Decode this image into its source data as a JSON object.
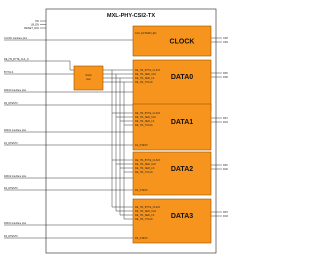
{
  "title": "MXL-PHY-CSI2-TX",
  "global_inputs": [
    "PD",
    "LB_EN",
    "RESET_DIG"
  ],
  "clock_block": {
    "label": "CLOCK",
    "ports": [
      "CLK_EXTERN_EN"
    ],
    "outputs": [
      "CKP",
      "CKN"
    ],
    "interface_label": "CLOCK interface pins"
  },
  "clock_gen": {
    "label_line1": "Clock",
    "label_line2": "Gen",
    "inputs": [
      "DE_HS_BYTE_CLK_O",
      "BYTCLK"
    ]
  },
  "data_blocks": [
    {
      "label": "DATA0",
      "ports": [
        "DE_HS_BYTE_CLK/O",
        "DE_HS_SER_CLK",
        "DE_HS_SER_LS",
        "DE_HS_TXCLK"
      ],
      "dtest_port": "D0_DTEST",
      "outputs": [
        "DP0",
        "DN0"
      ],
      "interface_label": "DATA0 interface pins",
      "dtest_label": "D0_DTEST0"
    },
    {
      "label": "DATA1",
      "ports": [
        "DE_HS_BYTE_CLK/O",
        "DE_HS_SER_CLK",
        "DE_HS_SER_LS",
        "DE_HS_TXCLK"
      ],
      "dtest_port": "D1_DTEST",
      "outputs": [
        "DP1",
        "DN1"
      ],
      "interface_label": "DATA1 interface pins",
      "dtest_label": "D1_DTEST0"
    },
    {
      "label": "DATA2",
      "ports": [
        "DE_HS_BYTE_CLK/O",
        "DE_HS_SER_CLK",
        "DE_HS_SER_LS",
        "DE_HS_TXCLK"
      ],
      "dtest_port": "D2_DTEST",
      "outputs": [
        "DP2",
        "DN2"
      ],
      "interface_label": "DATA2 interface pins",
      "dtest_label": "D2_DTEST0"
    },
    {
      "label": "DATA3",
      "ports": [
        "DE_HS_BYTE_CLK/O",
        "DE_HS_SER_CLK",
        "DE_HS_SER_LS",
        "DE_HS_TXCLK"
      ],
      "dtest_port": "D3_DTEST",
      "outputs": [
        "DP3",
        "DN3"
      ],
      "interface_label": "DATA3 interface pins",
      "dtest_label": "D3_DTEST0"
    }
  ],
  "colors": {
    "block_fill": "#f7941d",
    "block_stroke": "#9a5400",
    "outer_fill": "#ffffff",
    "line": "#222222"
  }
}
